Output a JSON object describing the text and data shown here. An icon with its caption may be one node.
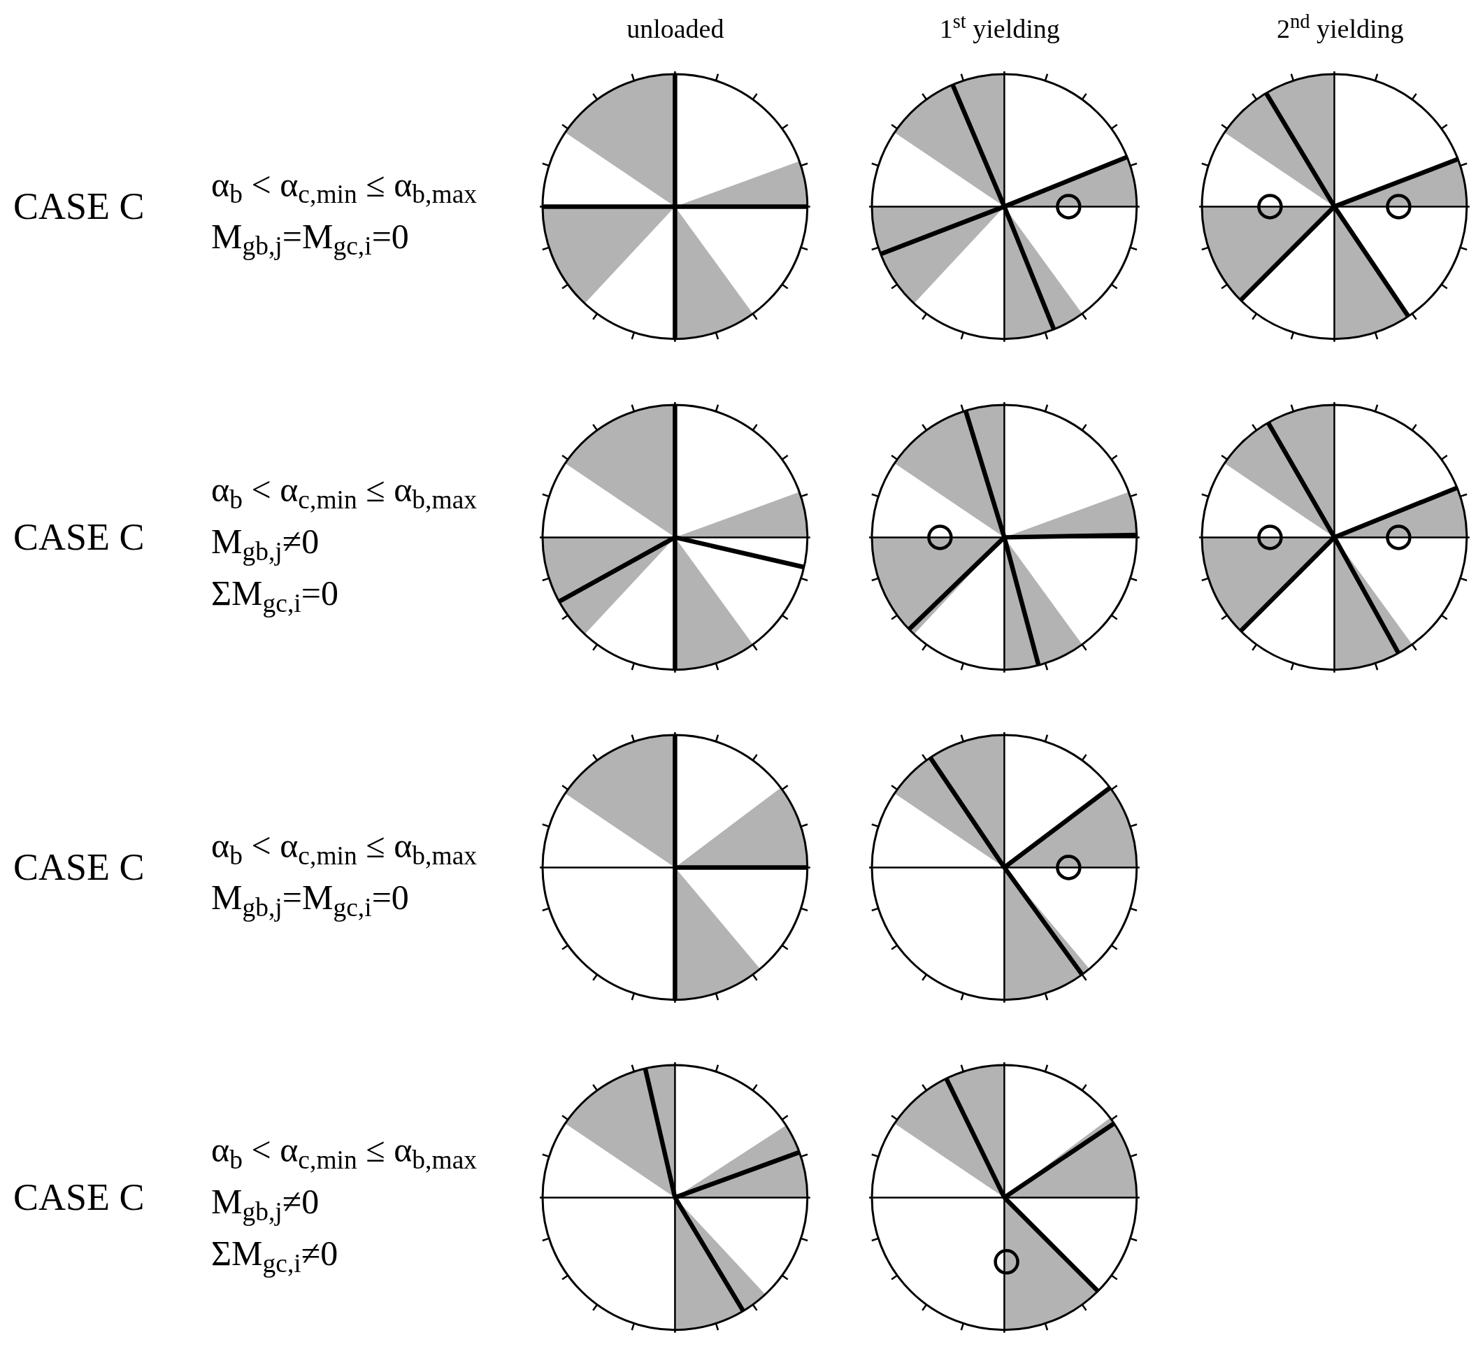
{
  "diagram": {
    "labels": [
      "unloaded",
      "1$^{st}$ yielding",
      "2$^{nd}$ yielding",
      "CASE C",
      "α$_{b}$ < α$_{c,min}$ ≤ α$_{b,max}$",
      "M$_{gb,j}$=M$_{gc,i}$=0",
      "CASE C",
      "α$_{b}$ < α$_{c,min}$ ≤ α$_{b,max}$",
      "M$_{gb,j}$≠0",
      "ΣM$_{gc,i}$=0",
      "CASE C",
      "α$_{b}$ < α$_{c,min}$ ≤ α$_{b,max}$",
      "M$_{gb,j}$=M$_{gc,i}$=0",
      "CASE C",
      "α$_{b}$ < α$_{c,min}$ ≤ α$_{b,max}$",
      "M$_{gb,j}$≠0",
      "ΣM$_{gc,i}$≠0"
    ]
  }
}
